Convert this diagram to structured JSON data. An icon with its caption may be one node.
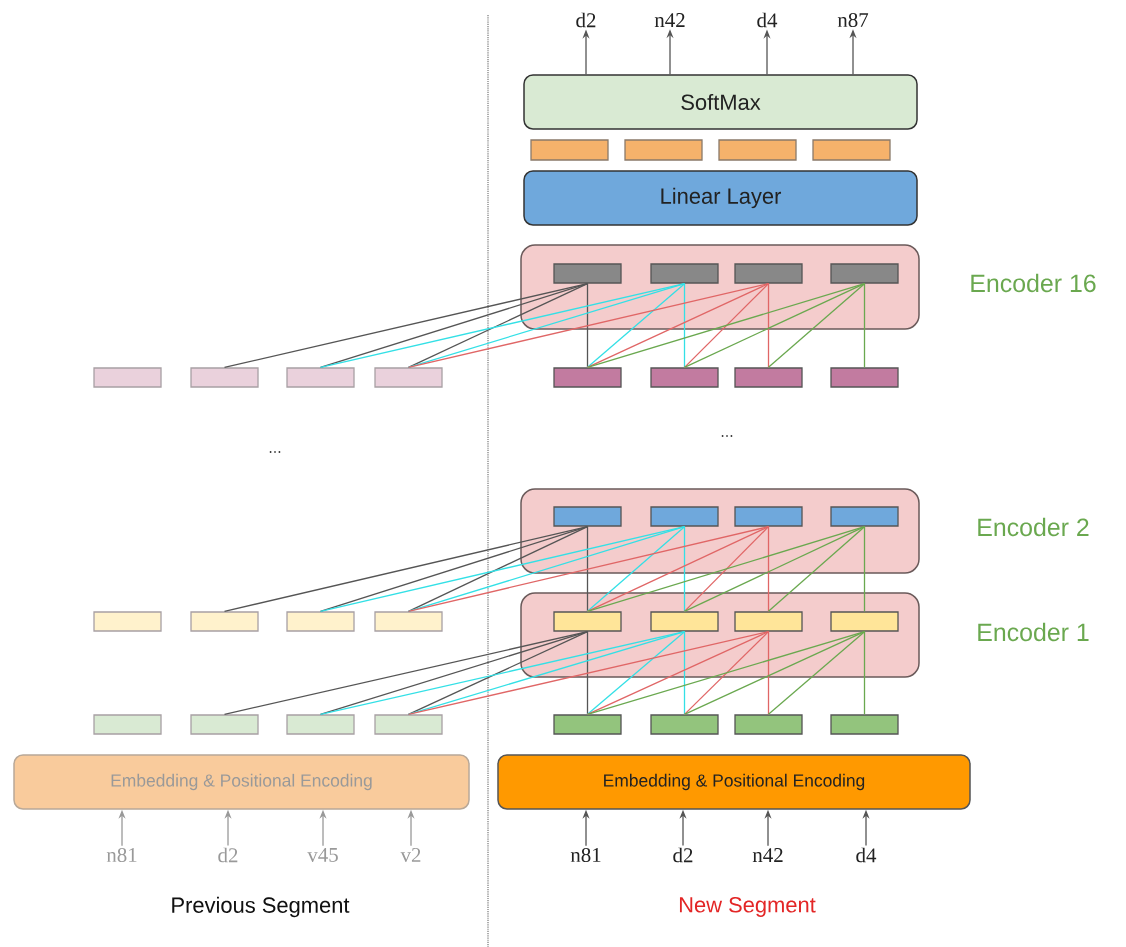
{
  "diagram": {
    "nodes": [
      {
        "text": [
          "SoftMax"
        ]
      },
      {
        "text": [
          "d2"
        ]
      },
      {
        "text": [
          "n42"
        ]
      },
      {
        "text": [
          "d4"
        ]
      },
      {
        "text": [
          "n87"
        ]
      },
      {
        "text": [],
        "shape": "box"
      },
      {
        "text": [],
        "shape": "box"
      },
      {
        "text": [],
        "shape": "box"
      },
      {
        "text": [],
        "shape": "box"
      },
      {
        "text": [
          "Linear Layer"
        ]
      },
      {
        "text": [
          "Encoder 16"
        ]
      },
      {
        "text": [],
        "shape": "box",
        "in": 10
      },
      {
        "text": [],
        "shape": "box",
        "in": 10
      },
      {
        "text": [],
        "shape": "box",
        "in": 10
      },
      {
        "text": [],
        "shape": "box",
        "in": 10
      },
      {
        "text": [],
        "shape": "box"
      },
      {
        "text": [],
        "shape": "box"
      },
      {
        "text": [],
        "shape": "box"
      },
      {
        "text": [],
        "shape": "box"
      },
      {
        "text": [],
        "shape": "box"
      },
      {
        "text": [],
        "shape": "box"
      },
      {
        "text": [],
        "shape": "box"
      },
      {
        "text": [],
        "shape": "box"
      },
      {
        "text": [
          "Encoder 2"
        ]
      },
      {
        "text": [],
        "shape": "box",
        "in": 23
      },
      {
        "text": [],
        "shape": "box",
        "in": 23
      },
      {
        "text": [],
        "shape": "box",
        "in": 23
      },
      {
        "text": [],
        "shape": "box",
        "in": 23
      },
      {
        "text": [
          "Encoder 1"
        ]
      },
      {
        "text": [],
        "shape": "box",
        "in": 28
      },
      {
        "text": [],
        "shape": "box",
        "in": 28
      },
      {
        "text": [],
        "shape": "box",
        "in": 28
      },
      {
        "text": [],
        "shape": "box",
        "in": 28
      },
      {
        "text": [],
        "shape": "box"
      },
      {
        "text": [],
        "shape": "box"
      },
      {
        "text": [],
        "shape": "box"
      },
      {
        "text": [],
        "shape": "box"
      },
      {
        "text": [],
        "shape": "box"
      },
      {
        "text": [],
        "shape": "box"
      },
      {
        "text": [],
        "shape": "box"
      },
      {
        "text": [],
        "shape": "box"
      },
      {
        "text": [],
        "shape": "box"
      },
      {
        "text": [],
        "shape": "box"
      },
      {
        "text": [],
        "shape": "box"
      },
      {
        "text": [],
        "shape": "box"
      },
      {
        "text": [
          "Embedding & Positional Encoding"
        ]
      },
      {
        "text": [
          "Embedding & Positional Encoding"
        ]
      },
      {
        "text": [
          "n81"
        ]
      },
      {
        "text": [
          "d2"
        ]
      },
      {
        "text": [
          "v45"
        ]
      },
      {
        "text": [
          "v2"
        ]
      },
      {
        "text": [
          "n81"
        ]
      },
      {
        "text": [
          "d2"
        ]
      },
      {
        "text": [
          "n42"
        ]
      },
      {
        "text": [
          "d4"
        ]
      }
    ],
    "edges": [
      {
        "from": 0,
        "to": 1,
        "arrow": "to"
      },
      {
        "from": 0,
        "to": 2,
        "arrow": "to"
      },
      {
        "from": 0,
        "to": 3,
        "arrow": "to"
      },
      {
        "from": 0,
        "to": 4,
        "arrow": "to"
      },
      {
        "from": 16,
        "to": 11,
        "arrow": "none"
      },
      {
        "from": 17,
        "to": 11,
        "arrow": "none"
      },
      {
        "from": 18,
        "to": 11,
        "arrow": "none"
      },
      {
        "from": 19,
        "to": 11,
        "arrow": "none"
      },
      {
        "from": 17,
        "to": 12,
        "arrow": "none",
        "color": "#33e0e6"
      },
      {
        "from": 18,
        "to": 12,
        "arrow": "none",
        "color": "#33e0e6"
      },
      {
        "from": 19,
        "to": 12,
        "arrow": "none",
        "color": "#33e0e6"
      },
      {
        "from": 20,
        "to": 12,
        "arrow": "none",
        "color": "#33e0e6"
      },
      {
        "from": 18,
        "to": 13,
        "arrow": "none",
        "color": "#e06666"
      },
      {
        "from": 19,
        "to": 13,
        "arrow": "none",
        "color": "#e06666"
      },
      {
        "from": 20,
        "to": 13,
        "arrow": "none",
        "color": "#e06666"
      },
      {
        "from": 21,
        "to": 13,
        "arrow": "none",
        "color": "#e06666"
      },
      {
        "from": 19,
        "to": 14,
        "arrow": "none",
        "color": "#6aa84f"
      },
      {
        "from": 20,
        "to": 14,
        "arrow": "none",
        "color": "#6aa84f"
      },
      {
        "from": 21,
        "to": 14,
        "arrow": "none",
        "color": "#6aa84f"
      },
      {
        "from": 22,
        "to": 14,
        "arrow": "none",
        "color": "#6aa84f"
      },
      {
        "from": 34,
        "to": 24,
        "arrow": "none"
      },
      {
        "from": 35,
        "to": 24,
        "arrow": "none"
      },
      {
        "from": 36,
        "to": 24,
        "arrow": "none"
      },
      {
        "from": 29,
        "to": 24,
        "arrow": "none"
      },
      {
        "from": 35,
        "to": 25,
        "arrow": "none",
        "color": "#33e0e6"
      },
      {
        "from": 36,
        "to": 25,
        "arrow": "none",
        "color": "#33e0e6"
      },
      {
        "from": 29,
        "to": 25,
        "arrow": "none",
        "color": "#33e0e6"
      },
      {
        "from": 30,
        "to": 25,
        "arrow": "none",
        "color": "#33e0e6"
      },
      {
        "from": 36,
        "to": 26,
        "arrow": "none",
        "color": "#e06666"
      },
      {
        "from": 29,
        "to": 26,
        "arrow": "none",
        "color": "#e06666"
      },
      {
        "from": 30,
        "to": 26,
        "arrow": "none",
        "color": "#e06666"
      },
      {
        "from": 31,
        "to": 26,
        "arrow": "none",
        "color": "#e06666"
      },
      {
        "from": 29,
        "to": 27,
        "arrow": "none",
        "color": "#6aa84f"
      },
      {
        "from": 30,
        "to": 27,
        "arrow": "none",
        "color": "#6aa84f"
      },
      {
        "from": 31,
        "to": 27,
        "arrow": "none",
        "color": "#6aa84f"
      },
      {
        "from": 32,
        "to": 27,
        "arrow": "none",
        "color": "#6aa84f"
      },
      {
        "from": 38,
        "to": 29,
        "arrow": "none"
      },
      {
        "from": 39,
        "to": 29,
        "arrow": "none"
      },
      {
        "from": 40,
        "to": 29,
        "arrow": "none"
      },
      {
        "from": 41,
        "to": 29,
        "arrow": "none"
      },
      {
        "from": 39,
        "to": 30,
        "arrow": "none",
        "color": "#33e0e6"
      },
      {
        "from": 40,
        "to": 30,
        "arrow": "none",
        "color": "#33e0e6"
      },
      {
        "from": 41,
        "to": 30,
        "arrow": "none",
        "color": "#33e0e6"
      },
      {
        "from": 42,
        "to": 30,
        "arrow": "none",
        "color": "#33e0e6"
      },
      {
        "from": 40,
        "to": 31,
        "arrow": "none",
        "color": "#e06666"
      },
      {
        "from": 41,
        "to": 31,
        "arrow": "none",
        "color": "#e06666"
      },
      {
        "from": 42,
        "to": 31,
        "arrow": "none",
        "color": "#e06666"
      },
      {
        "from": 43,
        "to": 31,
        "arrow": "none",
        "color": "#e06666"
      },
      {
        "from": 41,
        "to": 32,
        "arrow": "none",
        "color": "#6aa84f"
      },
      {
        "from": 42,
        "to": 32,
        "arrow": "none",
        "color": "#6aa84f"
      },
      {
        "from": 43,
        "to": 32,
        "arrow": "none",
        "color": "#6aa84f"
      },
      {
        "from": 44,
        "to": 32,
        "arrow": "none",
        "color": "#6aa84f"
      },
      {
        "from": 47,
        "to": 45,
        "arrow": "to",
        "color": "#999999"
      },
      {
        "from": 48,
        "to": 45,
        "arrow": "to",
        "color": "#999999"
      },
      {
        "from": 49,
        "to": 45,
        "arrow": "to",
        "color": "#999999"
      },
      {
        "from": 50,
        "to": 45,
        "arrow": "to",
        "color": "#999999"
      },
      {
        "from": 51,
        "to": 46,
        "arrow": "to"
      },
      {
        "from": 52,
        "to": 46,
        "arrow": "to"
      },
      {
        "from": 53,
        "to": 46,
        "arrow": "to"
      },
      {
        "from": 54,
        "to": 46,
        "arrow": "to"
      }
    ],
    "labels": [
      "...",
      "...",
      "Previous Segment",
      "New Segment"
    ]
  }
}
